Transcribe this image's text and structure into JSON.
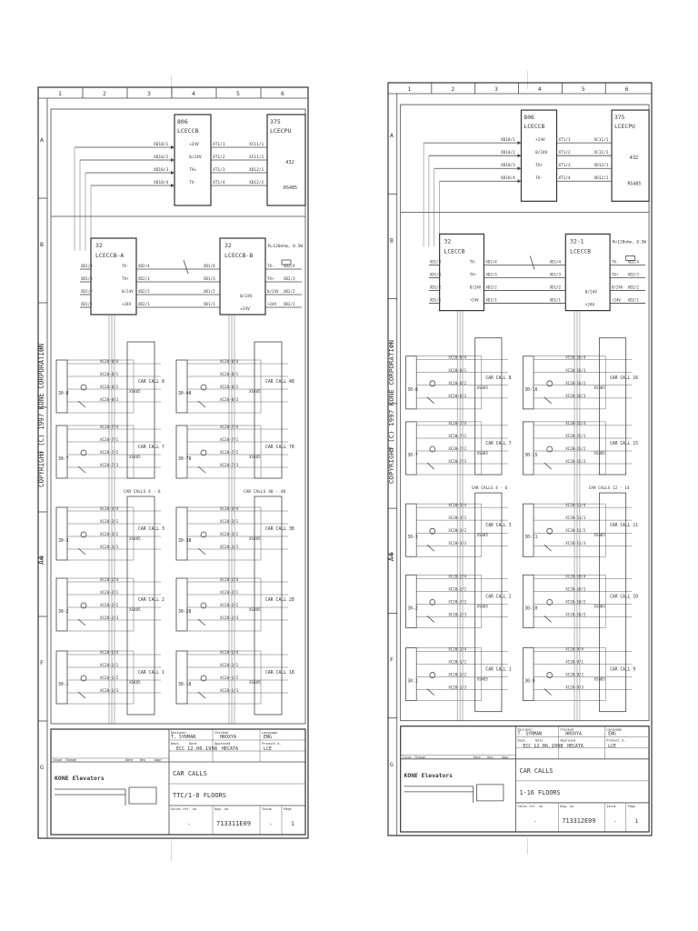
{
  "left_sheet": {
    "columns": [
      "1",
      "2",
      "3",
      "4",
      "5",
      "6"
    ],
    "rows": [
      "A",
      "B",
      "C",
      "D",
      "E",
      "F",
      "G"
    ],
    "copyright": "COPYRIGHT (C) 1997 KONE CORPORATION",
    "format": "A4",
    "boards": {
      "b806_num": "806",
      "b806_name": "LCECCB",
      "b375_num": "375",
      "b375_name": "LCECPU",
      "b32a_num": "32",
      "b32a_name": "LCECCB-A",
      "b32b_num": "32",
      "b32b_name": "LCECCB-B"
    },
    "top_left_pins": [
      "XD18/1",
      "XD18/2",
      "XD18/3",
      "XD18/4"
    ],
    "top_mid_signals": [
      "+24V",
      "0/24V",
      "TX+",
      "TX-"
    ],
    "top_mid_pins": [
      "XT1/1",
      "XT1/2",
      "XT1/3",
      "XT1/4"
    ],
    "top_right_pins": [
      "XC11/1",
      "XC11/2",
      "XD12/1",
      "XD12/2"
    ],
    "top_right_labels": [
      "432",
      "RS485"
    ],
    "bus_pins_a": [
      "XD1/4",
      "XD1/3",
      "XD1/2",
      "XD1/1"
    ],
    "bus_signals_a": [
      "TX-",
      "TX+",
      "0/24V",
      "+24V"
    ],
    "bus_pins_b": [
      "XD2/4",
      "XD2/3",
      "XD2/2",
      "XD2/1"
    ],
    "resistor_label": "R=120ohm, 0.5W",
    "rail_labels": [
      "0/24V",
      "+24V"
    ],
    "group_label": "CAR CALLS  4 - 6",
    "group_label_r": "CAR CALLS  40 - 48",
    "calls_left": [
      {
        "btn": "30-8",
        "label": "CAR CALL  8",
        "pins": [
          "XC20-8/4",
          "XC20-8/1",
          "XC20-8/2",
          "XC20-8/3"
        ]
      },
      {
        "btn": "30-7",
        "label": "CAR CALL  7",
        "pins": [
          "XC20-7/4",
          "XC20-7/1",
          "XC20-7/2",
          "XC20-7/3"
        ]
      },
      {
        "btn": "30-3",
        "label": "CAR CALL  3",
        "pins": [
          "XC20-3/4",
          "XC20-3/1",
          "XC20-3/2",
          "XC20-3/3"
        ]
      },
      {
        "btn": "30-2",
        "label": "CAR CALL  2",
        "pins": [
          "XC20-2/4",
          "XC20-2/1",
          "XC20-2/2",
          "XC20-2/3"
        ]
      },
      {
        "btn": "30-1",
        "label": "CAR CALL  1",
        "pins": [
          "XC20-1/4",
          "XC20-1/1",
          "XC20-1/2",
          "XC20-1/3"
        ]
      }
    ],
    "calls_right": [
      {
        "btn": "30-48",
        "label": "CAR CALL  48",
        "pins": [
          "XC20-8/4",
          "XC20-8/1",
          "XC20-8/2",
          "XC20-8/3"
        ]
      },
      {
        "btn": "30-78",
        "label": "CAR CALL  78",
        "pins": [
          "XC20-7/4",
          "XC20-7/1",
          "XC20-7/2",
          "XC20-7/3"
        ]
      },
      {
        "btn": "30-38",
        "label": "CAR CALL  38",
        "pins": [
          "XC20-3/4",
          "XC20-3/1",
          "XC20-3/2",
          "XC20-3/3"
        ]
      },
      {
        "btn": "30-28",
        "label": "CAR CALL  28",
        "pins": [
          "XC20-2/4",
          "XC20-2/1",
          "XC20-2/2",
          "XC20-2/3"
        ]
      },
      {
        "btn": "30-18",
        "label": "CAR CALL  18",
        "pins": [
          "XC20-1/4",
          "XC20-1/1",
          "XC20-1/2",
          "XC20-1/3"
        ]
      }
    ],
    "led_label": "XS485",
    "title_block": {
      "designer_h": "Designer",
      "designer": "T. SYRMAN",
      "checked_h": "Checked",
      "checked": "HROXYA",
      "language_h": "Language",
      "language": "ENG",
      "dept_h": "Dept.",
      "dept": "ECC",
      "date_h": "Date",
      "date": "12.06.1998",
      "approved_h": "Approved",
      "approved": "HECATA",
      "product_h": "Product d.",
      "product": "LCE",
      "issue_h": "Issue",
      "change_h": "Change",
      "date2_h": "Date",
      "des_h": "Des",
      "appr_h": "Appr",
      "title1": "CAR CALLS",
      "title2": "TTC/1-8 FLOORS",
      "sales_h": "Sales ref. no",
      "sales": "-",
      "dwg_h": "Dwg. no",
      "dwg": "713311E09",
      "issue2_h": "Issue",
      "issue": "-",
      "page_h": "Page",
      "page": "1",
      "brand": "KONE Elevators"
    }
  },
  "right_sheet": {
    "columns": [
      "1",
      "2",
      "3",
      "4",
      "5",
      "6"
    ],
    "rows": [
      "A",
      "B",
      "C",
      "D",
      "E",
      "F",
      "G"
    ],
    "copyright": "COPYRIGHT (C) 1997 KONE CORPORATION",
    "format": "A4",
    "boards": {
      "b806_num": "806",
      "b806_name": "LCECCB",
      "b375_num": "375",
      "b375_name": "LCECPU",
      "b32a_num": "32",
      "b32a_name": "LCECCB",
      "b32b_num": "32-1",
      "b32b_name": "LCECCB"
    },
    "top_left_pins": [
      "XD18/1",
      "XD18/2",
      "XD18/3",
      "XD18/4"
    ],
    "top_mid_signals": [
      "+24V",
      "0/24V",
      "TX+",
      "TX-"
    ],
    "top_mid_pins": [
      "XT1/1",
      "XT1/2",
      "XT1/3",
      "XT1/4"
    ],
    "top_right_pins": [
      "XC11/1",
      "XC11/2",
      "XD12/1",
      "XD12/2"
    ],
    "top_right_labels": [
      "432",
      "RS485"
    ],
    "bus_pins_a": [
      "XD1/4",
      "XD1/3",
      "XD1/2",
      "XD1/1"
    ],
    "bus_signals_a": [
      "TX-",
      "TX+",
      "0/24V",
      "+24V"
    ],
    "bus_pins_b": [
      "XD2/4",
      "XD2/3",
      "XD2/2",
      "XD2/1"
    ],
    "resistor_label": "R=120ohm, 0.5W",
    "rail_labels": [
      "0/24V",
      "+24V"
    ],
    "group_label": "CAR CALLS  4 - 6",
    "group_label_r": "CAR CALLS  12 - 14",
    "calls_left": [
      {
        "btn": "30-8",
        "label": "CAR CALL  8",
        "pins": [
          "XC20-8/4",
          "XC20-8/1",
          "XC20-8/2",
          "XC20-8/3"
        ]
      },
      {
        "btn": "30-7",
        "label": "CAR CALL  7",
        "pins": [
          "XC20-7/4",
          "XC20-7/1",
          "XC20-7/2",
          "XC20-7/3"
        ]
      },
      {
        "btn": "30-3",
        "label": "CAR CALL  3",
        "pins": [
          "XC20-3/4",
          "XC20-3/1",
          "XC20-3/2",
          "XC20-3/3"
        ]
      },
      {
        "btn": "30-2",
        "label": "CAR CALL  2",
        "pins": [
          "XC20-2/4",
          "XC20-2/1",
          "XC20-2/2",
          "XC20-2/3"
        ]
      },
      {
        "btn": "30-1",
        "label": "CAR CALL  1",
        "pins": [
          "XC20-1/4",
          "XC20-1/1",
          "XC20-1/2",
          "XC20-1/3"
        ]
      }
    ],
    "calls_right": [
      {
        "btn": "30-16",
        "label": "CAR CALL  16",
        "pins": [
          "XC20-16/4",
          "XC20-16/1",
          "XC20-16/2",
          "XC20-16/3"
        ]
      },
      {
        "btn": "30-15",
        "label": "CAR CALL  15",
        "pins": [
          "XC20-15/4",
          "XC20-15/1",
          "XC20-15/2",
          "XC20-15/3"
        ]
      },
      {
        "btn": "30-11",
        "label": "CAR CALL  11",
        "pins": [
          "XC20-11/4",
          "XC20-11/1",
          "XC20-11/2",
          "XC20-11/3"
        ]
      },
      {
        "btn": "30-10",
        "label": "CAR CALL  10",
        "pins": [
          "XC20-10/4",
          "XC20-10/1",
          "XC20-10/2",
          "XC20-10/3"
        ]
      },
      {
        "btn": "30-9",
        "label": "CAR CALL  9",
        "pins": [
          "XC20-9/4",
          "XC20-9/1",
          "XC20-9/2",
          "XC20-9/3"
        ]
      }
    ],
    "led_label": "XS485",
    "title_block": {
      "designer_h": "Designer",
      "designer": "T. SYRMAN",
      "checked_h": "Checked",
      "checked": "HROXYA",
      "language_h": "Language",
      "language": "ENG",
      "dept_h": "Dept.",
      "dept": "ECC",
      "date_h": "Date",
      "date": "12.06.1998",
      "approved_h": "Approved",
      "approved": "HECATA",
      "product_h": "Product d.",
      "product": "LCE",
      "issue_h": "Issue",
      "change_h": "Change",
      "date2_h": "Date",
      "des_h": "Des",
      "appr_h": "Appr",
      "title1": "CAR CALLS",
      "title2": "1-16 FLOORS",
      "sales_h": "Sales ref. no",
      "sales": "-",
      "dwg_h": "Dwg. no",
      "dwg": "713312E09",
      "issue2_h": "Issue",
      "issue": "-",
      "page_h": "Page",
      "page": "1",
      "brand": "KONE Elevators"
    }
  }
}
